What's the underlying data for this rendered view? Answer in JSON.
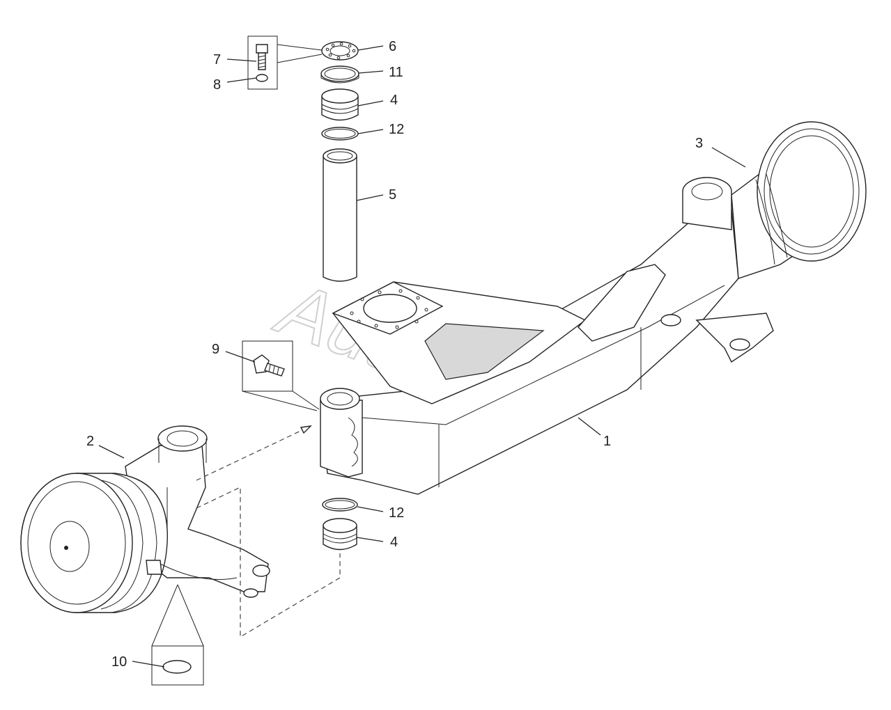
{
  "watermark": "AutoSoft",
  "callouts": {
    "c1": "1",
    "c2": "2",
    "c3": "3",
    "c4a": "4",
    "c4b": "4",
    "c5": "5",
    "c6": "6",
    "c7": "7",
    "c8": "8",
    "c9": "9",
    "c10": "10",
    "c11": "11",
    "c12a": "12",
    "c12b": "12"
  }
}
